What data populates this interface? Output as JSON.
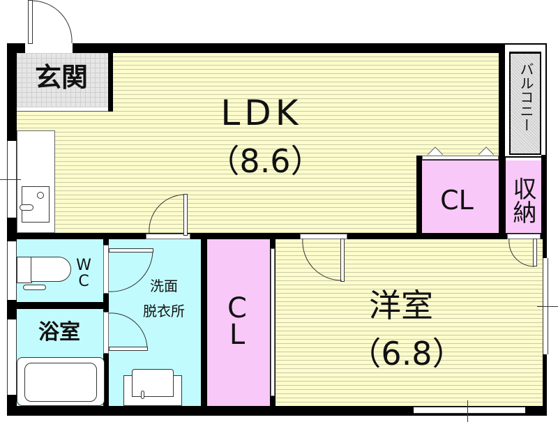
{
  "floorplan": {
    "rooms": {
      "entrance": {
        "label": "玄関"
      },
      "ldk": {
        "label": "LDK",
        "size": "（8.6）"
      },
      "balcony": {
        "label": "バルコニー"
      },
      "closet_ldk": {
        "label": "CL"
      },
      "storage": {
        "label": "収納"
      },
      "wc": {
        "label_line1": "W",
        "label_line2": "C"
      },
      "washroom": {
        "label_line1": "洗面",
        "label_line2": "脱衣所"
      },
      "bathroom": {
        "label": "浴室"
      },
      "closet_vertical": {
        "label_line1": "C",
        "label_line2": "L"
      },
      "western_room": {
        "label": "洋室",
        "size": "（6.8）"
      }
    },
    "colors": {
      "wall": "#000000",
      "flooring_yellow": "#fcfccc",
      "wet_area_blue": "#c2fbfd",
      "closet_pink": "#f8c8f8",
      "entrance_grey": "#e6e6e6"
    }
  }
}
